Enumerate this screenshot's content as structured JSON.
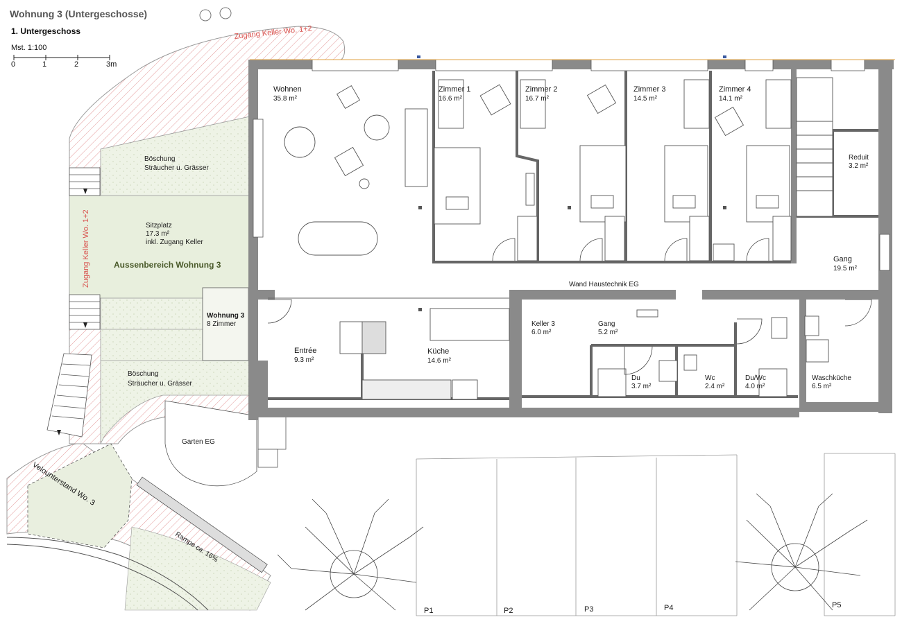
{
  "header": {
    "title": "Wohnung 3 (Untergeschosse)",
    "floor": "1. Untergeschoss",
    "scale_label": "Mst. 1:100",
    "scale_ticks": [
      "0",
      "1",
      "2",
      "3m"
    ]
  },
  "rooms": {
    "wohnen": {
      "name": "Wohnen",
      "area": "35.8 m²"
    },
    "zimmer1": {
      "name": "Zimmer 1",
      "area": "16.6 m²"
    },
    "zimmer2": {
      "name": "Zimmer 2",
      "area": "16.7 m²"
    },
    "zimmer3": {
      "name": "Zimmer 3",
      "area": "14.5 m²"
    },
    "zimmer4": {
      "name": "Zimmer 4",
      "area": "14.1 m²"
    },
    "reduit": {
      "name": "Reduit",
      "area": "3.2 m²"
    },
    "gang_main": {
      "name": "Gang",
      "area": "19.5 m²"
    },
    "entree": {
      "name": "Entrée",
      "area": "9.3 m²"
    },
    "kueche": {
      "name": "Küche",
      "area": "14.6 m²"
    },
    "keller3": {
      "name": "Keller 3",
      "area": "6.0 m²"
    },
    "gang_small": {
      "name": "Gang",
      "area": "5.2 m²"
    },
    "du": {
      "name": "Du",
      "area": "3.7 m²"
    },
    "wc": {
      "name": "Wc",
      "area": "2.4 m²"
    },
    "duwc": {
      "name": "Du/Wc",
      "area": "4.0 m²"
    },
    "waschkueche": {
      "name": "Waschküche",
      "area": "6.5 m²"
    }
  },
  "labels": {
    "wand": "Wand Haustechnik EG",
    "zugang_top": "Zugang Keller Wo. 1+2",
    "zugang_side": "Zugang Keller Wo. 1+2",
    "boeschung1_a": "Böschung",
    "boeschung1_b": "Sträucher u. Grässer",
    "sitzplatz_a": "Sitzplatz",
    "sitzplatz_b": "17.3 m²",
    "sitzplatz_c": "inkl. Zugang Keller",
    "aussenbereich": "Aussenbereich Wohnung 3",
    "wohnung3_a": "Wohnung 3",
    "wohnung3_b": "8 Zimmer",
    "boeschung2_a": "Böschung",
    "boeschung2_b": "Sträucher u. Grässer",
    "garten": "Garten EG",
    "velo": "Velounterstand Wo. 3",
    "rampe": "Rampe ca. 16%"
  },
  "parking": [
    "P1",
    "P2",
    "P3",
    "P4",
    "P5"
  ],
  "colors": {
    "wall": "#8a8a8a",
    "green_area": "#eef3e6",
    "hatch": "#e8a0a0",
    "red_text": "#d9534f"
  }
}
